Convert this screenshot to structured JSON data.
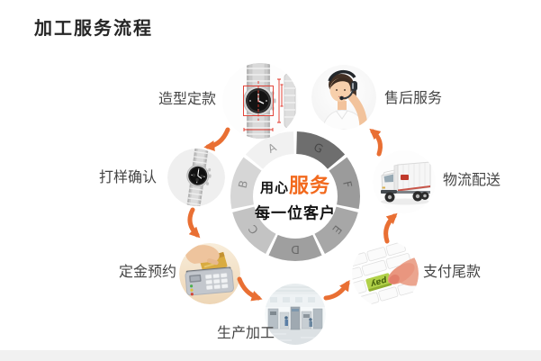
{
  "header": {
    "title": "加工服务流程"
  },
  "center_badge": {
    "line1_prefix": "用心",
    "line1_highlight": "服务",
    "line2": "每一位客户"
  },
  "ring": {
    "segments": [
      {
        "letter": "G",
        "color": "#6e6e6e"
      },
      {
        "letter": "F",
        "color": "#9b9b9b"
      },
      {
        "letter": "E",
        "color": "#a7a7a7"
      },
      {
        "letter": "D",
        "color": "#9f9f9f"
      },
      {
        "letter": "C",
        "color": "#c3c3c3"
      },
      {
        "letter": "B",
        "color": "#d6d6d6"
      },
      {
        "letter": "A",
        "color": "#f1f1f1"
      }
    ]
  },
  "stages": [
    {
      "id": "design",
      "label": "造型定款",
      "icon": "watch-design-photo"
    },
    {
      "id": "sample",
      "label": "打样确认",
      "icon": "watch-sample-photo"
    },
    {
      "id": "deposit",
      "label": "定金预约",
      "icon": "card-swipe-photo"
    },
    {
      "id": "production",
      "label": "生产加工",
      "icon": "factory-photo"
    },
    {
      "id": "balance",
      "label": "支付尾款",
      "icon": "pay-key-photo",
      "key_label": "pay"
    },
    {
      "id": "logistics",
      "label": "物流配送",
      "icon": "truck-photo"
    },
    {
      "id": "aftersale",
      "label": "售后服务",
      "icon": "customer-service-photo"
    }
  ],
  "colors": {
    "accent_orange": "#f2691d",
    "arrow_orange": "#e96f33",
    "footer_bar": "#f1f1f1",
    "label_text": "#454545"
  }
}
